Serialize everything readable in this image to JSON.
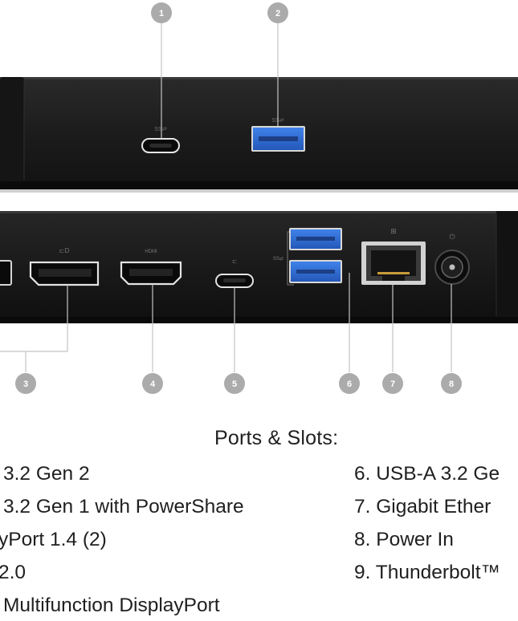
{
  "callouts": [
    "1",
    "2",
    "3",
    "4",
    "5",
    "6",
    "7",
    "8"
  ],
  "caption": {
    "title": "Ports & Slots:",
    "left_items": [
      "3.2 Gen 2",
      "3.2 Gen 1 with PowerShare",
      "yPort 1.4 (2)",
      "2.0",
      "Multifunction DisplayPort"
    ],
    "right_items": [
      "6. USB-A 3.2 Ge",
      "7. Gigabit Ether",
      "8. Power In",
      "9. Thunderbolt™"
    ]
  },
  "colors": {
    "dock_body": "#1b1b1b",
    "usb_a_blue": "#2f6fd8",
    "badge_gray": "#a9a9a9",
    "caption_text": "#1f1f1f"
  },
  "icons": [
    "usb-c-port-icon",
    "usb-a-port-icon",
    "displayport-icon",
    "hdmi-icon",
    "ethernet-jack-icon",
    "power-jack-icon"
  ]
}
